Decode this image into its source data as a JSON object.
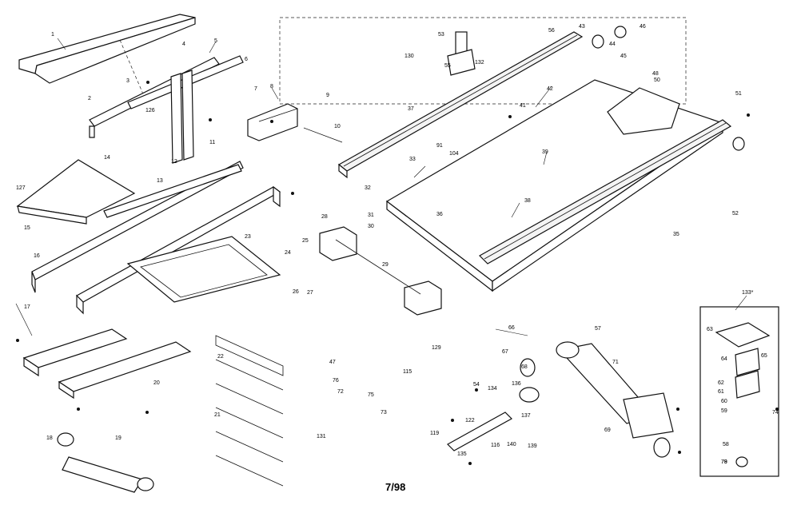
{
  "diagram": {
    "date_code": "7/98",
    "callouts": [
      "1",
      "2",
      "3",
      "4",
      "5",
      "6",
      "7",
      "8",
      "9",
      "10",
      "11",
      "12",
      "13",
      "14",
      "15",
      "16",
      "17",
      "18",
      "19",
      "20",
      "21",
      "22",
      "23",
      "24",
      "25",
      "26",
      "27",
      "28",
      "29",
      "30",
      "31",
      "32",
      "33",
      "35",
      "36",
      "37",
      "38",
      "39",
      "41",
      "42",
      "43",
      "44",
      "45",
      "46",
      "47",
      "48",
      "50",
      "51",
      "52",
      "53",
      "54",
      "55",
      "56",
      "57",
      "58",
      "59",
      "60",
      "61",
      "62",
      "63",
      "64",
      "65",
      "66",
      "67",
      "68",
      "69",
      "71",
      "72",
      "73",
      "74",
      "75",
      "76",
      "78",
      "79",
      "91",
      "104",
      "115",
      "116",
      "119",
      "122",
      "126",
      "127",
      "129",
      "130",
      "131",
      "132",
      "133*",
      "134",
      "135",
      "136",
      "137",
      "139",
      "140"
    ]
  }
}
